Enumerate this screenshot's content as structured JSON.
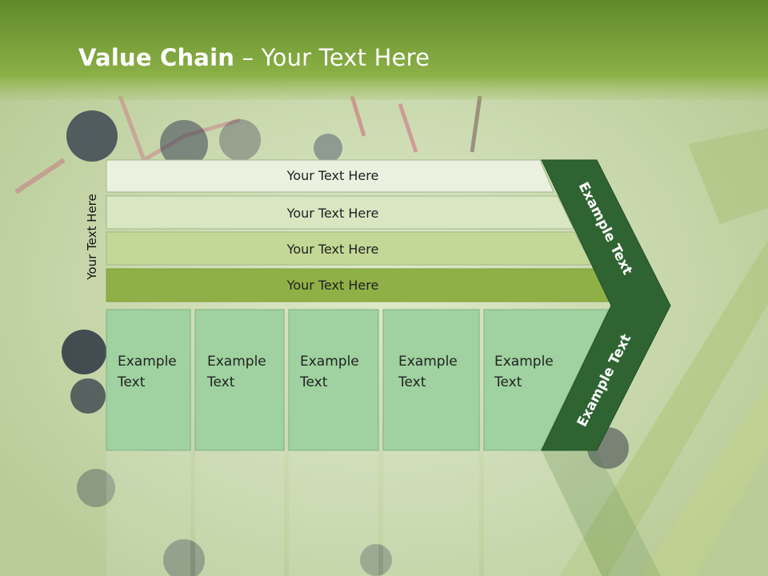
{
  "title": {
    "bold": "Value Chain",
    "rest": " – Your Text Here"
  },
  "side_label": "Your Text Here",
  "bands": [
    {
      "label": "Your Text Here",
      "color": "#eaf1df"
    },
    {
      "label": "Your Text Here",
      "color": "#d9e6c2"
    },
    {
      "label": "Your Text Here",
      "color": "#c3d896"
    },
    {
      "label": "Your Text Here",
      "color": "#8fb046"
    }
  ],
  "boxes": [
    {
      "line1": "Example",
      "line2": "Text"
    },
    {
      "line1": "Example",
      "line2": "Text"
    },
    {
      "line1": "Example",
      "line2": "Text"
    },
    {
      "line1": "Example",
      "line2": "Text"
    },
    {
      "line1": "Example",
      "line2": "Text"
    }
  ],
  "chevron": {
    "top_label": "Example Text",
    "bottom_label": "Example Text",
    "color": "#2f6432"
  },
  "colors": {
    "title_bar": "#7ea83a",
    "box_fill": "#9fd2a0",
    "box_border": "#8fb88f"
  }
}
